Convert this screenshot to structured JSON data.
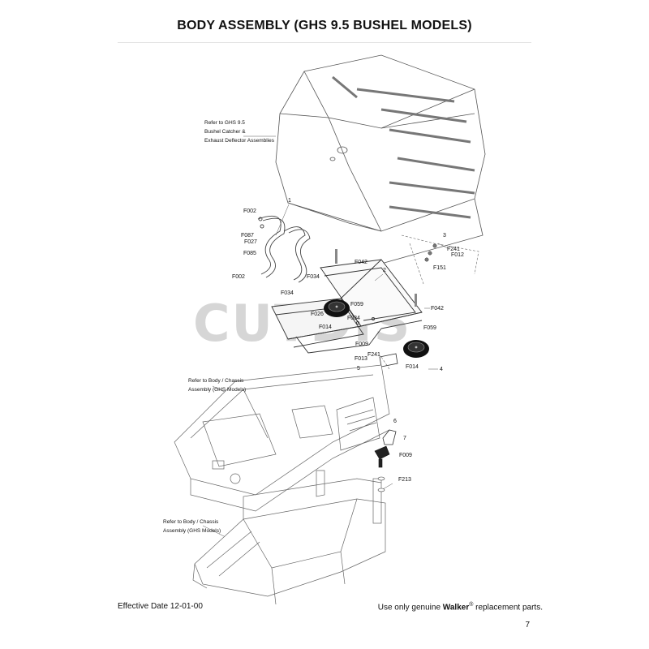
{
  "page": {
    "title": "BODY ASSEMBLY (GHS 9.5 BUSHEL MODELS)",
    "effective_date": "Effective Date 12-01-00",
    "notice_prefix": "Use only genuine ",
    "notice_brand": "Walker",
    "notice_reg": "®",
    "notice_suffix": " replacement parts.",
    "page_number": "7"
  },
  "watermark": "CUTDIS",
  "notes": {
    "catcher_ref": [
      "Refer to GHS 9.5",
      "Bushel Catcher &",
      "Exhaust Deflector Assemblies"
    ],
    "chassis_ref_1": [
      "Refer to Body / Chassis",
      "Assembly (GHS Models)"
    ],
    "chassis_ref_2": [
      "Refer to Body / Chassis",
      "Assembly (GHS Models)"
    ]
  },
  "callouts": {
    "c1": "1",
    "f002a": "F002",
    "f087": "F087",
    "f027": "F027",
    "f085": "F085",
    "f002b": "F002",
    "c3": "3",
    "f241a": "F241",
    "f012": "F012",
    "f151": "F151",
    "f042a": "F042",
    "c2": "2",
    "f034a": "F034",
    "f034b": "F034",
    "f026": "F026",
    "f059a": "F059",
    "f014a": "F014",
    "f034c": "F034",
    "f042b": "F042",
    "f059b": "F059",
    "f009a": "F009",
    "f013": "F013",
    "f241b": "F241",
    "c5": "5",
    "f014b": "F014",
    "c4": "4",
    "c6": "6",
    "c7": "7",
    "f009b": "F009",
    "f213": "F213"
  }
}
